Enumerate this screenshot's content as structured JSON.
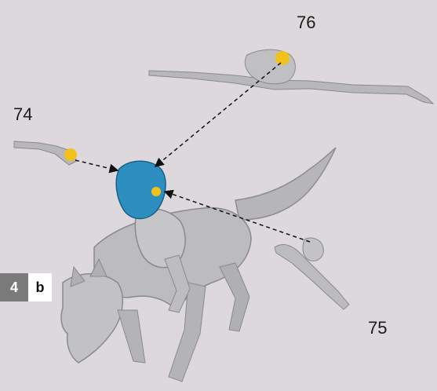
{
  "callouts": {
    "part_74": "74",
    "part_75": "75",
    "part_76": "76"
  },
  "step": {
    "number": "4",
    "sub": "b"
  },
  "colors": {
    "background": "#dcd8db",
    "plastic": "#b9b9bb",
    "helmet_highlight": "#2d8fc0",
    "glue_point": "#f2c21a",
    "step_box": "#7a7a7a"
  }
}
